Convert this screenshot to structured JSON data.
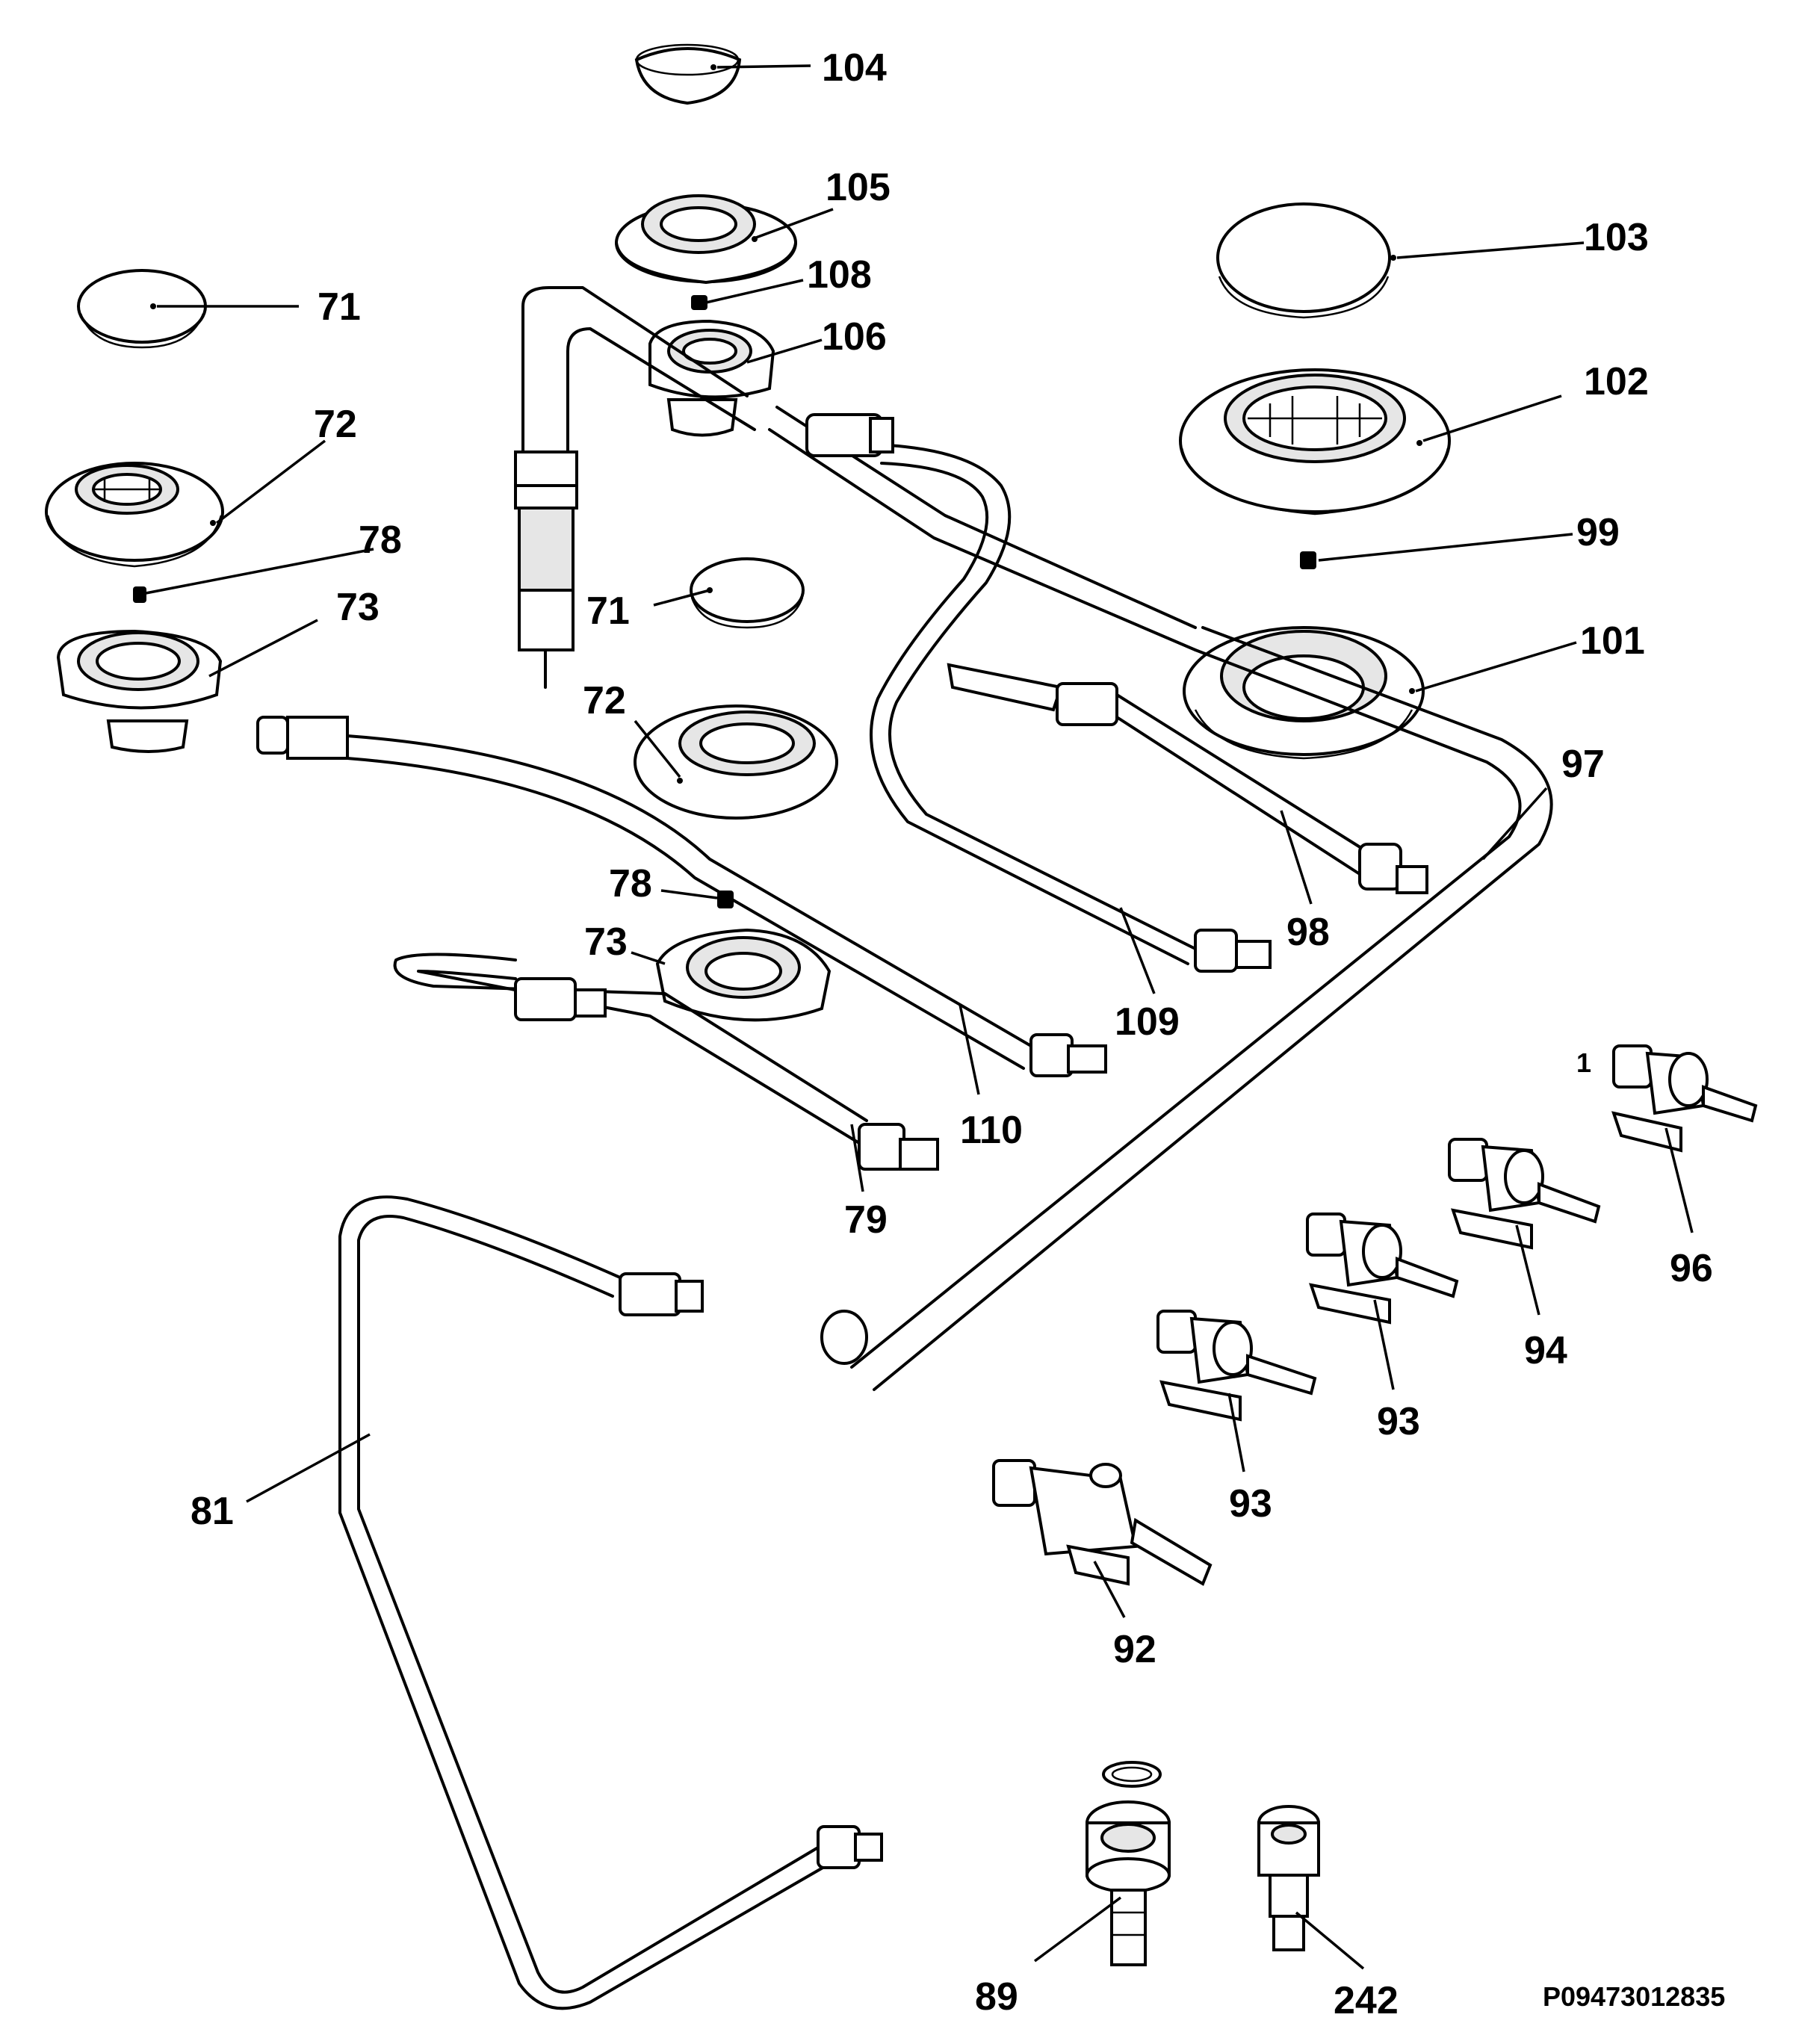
{
  "drawing_code": "P09473012835",
  "callouts": [
    {
      "id": "c104",
      "text": "104"
    },
    {
      "id": "c105",
      "text": "105"
    },
    {
      "id": "c108",
      "text": "108"
    },
    {
      "id": "c106",
      "text": "106"
    },
    {
      "id": "c103",
      "text": "103"
    },
    {
      "id": "c102",
      "text": "102"
    },
    {
      "id": "c99",
      "text": "99"
    },
    {
      "id": "c101",
      "text": "101"
    },
    {
      "id": "c97",
      "text": "97"
    },
    {
      "id": "c98",
      "text": "98"
    },
    {
      "id": "c109",
      "text": "109"
    },
    {
      "id": "c110",
      "text": "110"
    },
    {
      "id": "c71a",
      "text": "71"
    },
    {
      "id": "c72a",
      "text": "72"
    },
    {
      "id": "c78a",
      "text": "78"
    },
    {
      "id": "c73a",
      "text": "73"
    },
    {
      "id": "c71b",
      "text": "71"
    },
    {
      "id": "c72b",
      "text": "72"
    },
    {
      "id": "c78b",
      "text": "78"
    },
    {
      "id": "c73b",
      "text": "73"
    },
    {
      "id": "c79",
      "text": "79"
    },
    {
      "id": "c81",
      "text": "81"
    },
    {
      "id": "c1",
      "text": "1"
    },
    {
      "id": "c96",
      "text": "96"
    },
    {
      "id": "c94",
      "text": "94"
    },
    {
      "id": "c93a",
      "text": "93"
    },
    {
      "id": "c93b",
      "text": "93"
    },
    {
      "id": "c92",
      "text": "92"
    },
    {
      "id": "c89",
      "text": "89"
    },
    {
      "id": "c242",
      "text": "242"
    }
  ]
}
